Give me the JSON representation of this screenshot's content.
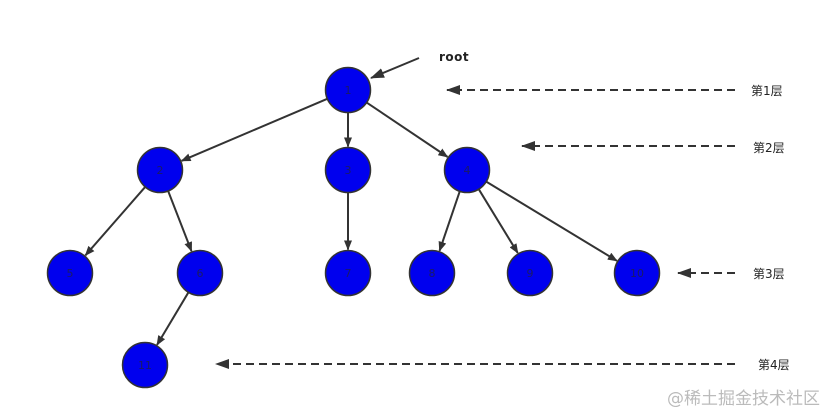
{
  "root_label": "root",
  "nodes": [
    "1",
    "2",
    "3",
    "4",
    "5",
    "6",
    "7",
    "8",
    "9",
    "10",
    "11"
  ],
  "edges": [
    [
      "1",
      "2"
    ],
    [
      "1",
      "3"
    ],
    [
      "1",
      "4"
    ],
    [
      "2",
      "5"
    ],
    [
      "2",
      "6"
    ],
    [
      "3",
      "7"
    ],
    [
      "4",
      "8"
    ],
    [
      "4",
      "9"
    ],
    [
      "4",
      "10"
    ],
    [
      "6",
      "11"
    ]
  ],
  "levels": [
    "第1层",
    "第2层",
    "第3层",
    "第4层"
  ],
  "watermark": "@稀土掘金技术社区",
  "colors": {
    "node_fill": "#0000ee",
    "node_stroke": "#333333",
    "edge": "#333333"
  }
}
